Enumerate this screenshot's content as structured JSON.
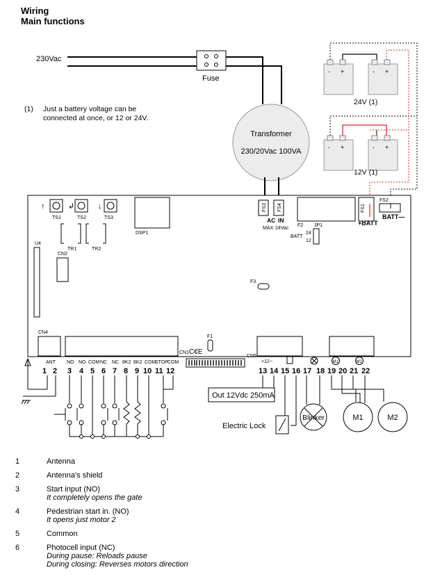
{
  "header": {
    "title": "Wiring",
    "subtitle": "Main functions"
  },
  "note": {
    "number": "(1)",
    "line1": "Just a battery voltage can be",
    "line2": "connected at once, or 12 or 24V."
  },
  "power": {
    "supply": "230Vac",
    "fuse": "Fuse",
    "transformer_line1": "Transformer",
    "transformer_line2": "230/20Vac 100VA"
  },
  "batteries": {
    "minus": "-",
    "plus": "+",
    "label_24": "24V (1)",
    "label_12": "12V (1)"
  },
  "board": {
    "ts1": "TS1",
    "ts2": "TS2",
    "ts3": "TS3",
    "tr1": "TR1",
    "tr2": "TR2",
    "dsp1": "DSP1",
    "u4": "U4",
    "cn2": "CN2",
    "cn4": "CN4",
    "cn1": "CN1",
    "cn5": "CN5",
    "fs3": "FS3",
    "fs4": "FS4",
    "fs1": "FS1",
    "fs2": "FS2",
    "f1": "F1",
    "f2": "F2",
    "f3": "F3",
    "jp1": "JP1",
    "ac": "AC",
    "in": "IN",
    "max": "MAX",
    "v24vac": "24Vac",
    "batt": "BATT",
    "j24": "24",
    "j12": "12",
    "plus_batt": "+BATT",
    "batt_minus": "BATT—",
    "ce": "C€E"
  },
  "terminals_left": {
    "labels": [
      "ANT",
      "NO",
      "NO",
      "COM",
      "NC",
      "NC",
      "8K2",
      "8K2",
      "COM",
      "STOP",
      "COM"
    ],
    "numbers": [
      "1",
      "2",
      "3",
      "4",
      "5",
      "6",
      "7",
      "8",
      "9",
      "10",
      "11",
      "12"
    ]
  },
  "terminals_right": {
    "label_12": "+12−",
    "m1": "M1",
    "m2": "M2",
    "numbers": [
      "13",
      "14",
      "15",
      "16",
      "17",
      "18",
      "19",
      "20",
      "21",
      "22"
    ]
  },
  "outputs": {
    "out12": "Out 12Vdc 250mA",
    "electric_lock": "Electric Lock",
    "blinker": "Blinker",
    "motor1": "M1",
    "motor2": "M2"
  },
  "legend": [
    {
      "num": "1",
      "label": "Antenna",
      "sub": []
    },
    {
      "num": "2",
      "label": "Antenna's shield",
      "sub": []
    },
    {
      "num": "3",
      "label": "Start input (NO)",
      "sub": [
        "It completely opens the gate"
      ]
    },
    {
      "num": "4",
      "label": "Pedestrian start in. (NO)",
      "sub": [
        "It opens just motor 2"
      ]
    },
    {
      "num": "5",
      "label": "Common",
      "sub": []
    },
    {
      "num": "6",
      "label": "Photocell input (NC)",
      "sub": [
        "During pause: Reloads pause",
        "During closing: Reverses motors direction"
      ]
    }
  ],
  "colors": {
    "battery_fill": "#ebebeb",
    "transformer_fill": "#ececec",
    "red_wire": "#e0262b"
  }
}
